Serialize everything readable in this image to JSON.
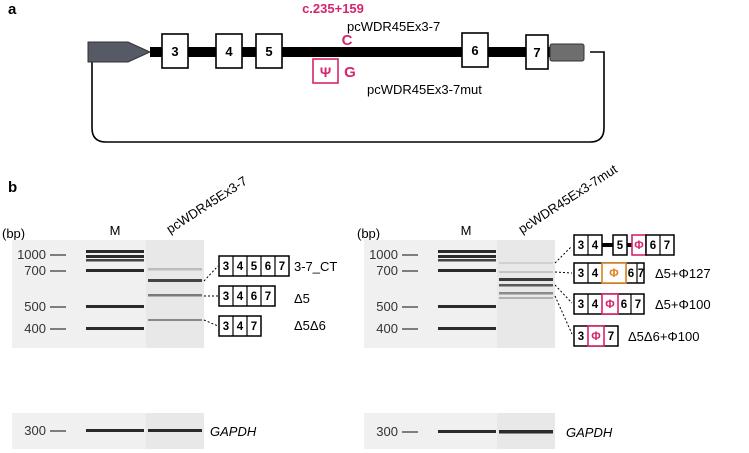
{
  "panel_a": {
    "label": "a",
    "variant_label": "c.235+159",
    "construct_wt": "pcWDR45Ex3-7",
    "construct_mut": "pcWDR45Ex3-7mut",
    "wt_allele": "C",
    "mut_allele": "G",
    "pseudo_exon": "Ψ",
    "exons": [
      "3",
      "4",
      "5",
      "6",
      "7"
    ],
    "colors": {
      "highlight": "#d6246e",
      "backbone": "#000000",
      "promoter": "#555a66"
    }
  },
  "panel_b": {
    "label": "b",
    "bp_label": "(bp)",
    "marker_lane": "M",
    "size_ticks": [
      "1000",
      "700",
      "500",
      "400",
      "300"
    ],
    "control_gene": "GAPDH",
    "left": {
      "lane_label": "pcWDR45Ex3-7",
      "products": [
        {
          "exons": [
            "3",
            "4",
            "5",
            "6",
            "7"
          ],
          "label": "3-7_CT"
        },
        {
          "exons": [
            "3",
            "4",
            "6",
            "7"
          ],
          "label": "Δ5"
        },
        {
          "exons": [
            "3",
            "4",
            "7"
          ],
          "label": "Δ5Δ6"
        }
      ]
    },
    "right": {
      "lane_label": "pcWDR45Ex3-7mut",
      "products": [
        {
          "exons": [
            "3",
            "4",
            "5",
            "Φ",
            "6",
            "7"
          ],
          "label": ""
        },
        {
          "exons": [
            "3",
            "4",
            "Φ",
            "6",
            "7"
          ],
          "label": "Δ5+Φ127"
        },
        {
          "exons": [
            "3",
            "4",
            "Φ",
            "6",
            "7"
          ],
          "label": "Δ5+Φ100"
        },
        {
          "exons": [
            "3",
            "Φ",
            "7"
          ],
          "label": "Δ5Δ6+Φ100"
        }
      ]
    },
    "colors": {
      "phi_100": "#d6246e",
      "phi_127": "#e0801e"
    }
  }
}
